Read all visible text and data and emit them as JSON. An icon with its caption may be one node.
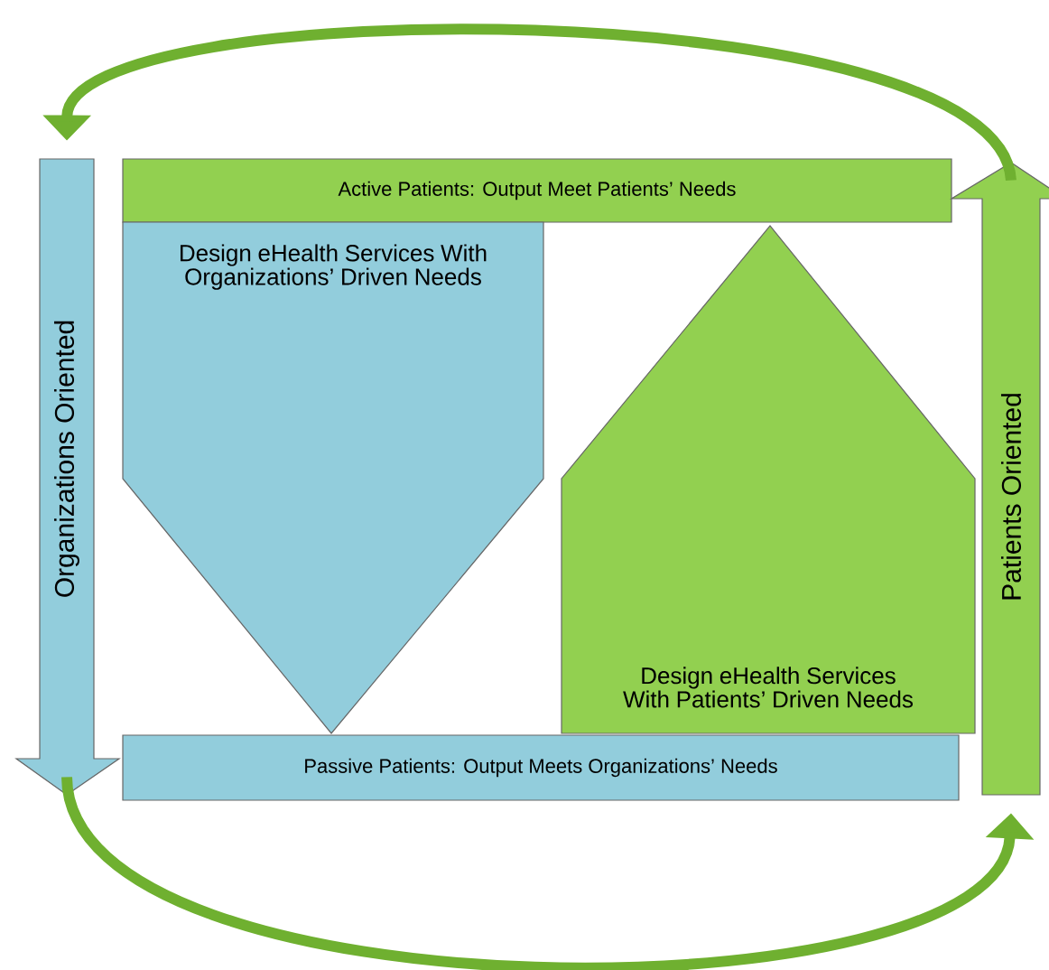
{
  "diagram": {
    "nodes": [
      {
        "text": [
          "Active Patients: Output Meet Patients’ Needs"
        ]
      },
      {
        "text": [
          "Design eHealth Services With Organizations’ Driven Needs"
        ]
      },
      {
        "text": [
          "Design eHealth Services With Patients’ Driven Needs"
        ]
      },
      {
        "text": [
          "Passive  Patients: Output Meets Organizations’ Needs"
        ]
      },
      {
        "text": [
          "Organizations Oriented"
        ]
      },
      {
        "text": [
          "Patients Oriented"
        ]
      }
    ],
    "edges": [
      {
        "from": 5,
        "to": 4,
        "arrow": "to"
      },
      {
        "from": 4,
        "to": 5,
        "arrow": "to"
      }
    ]
  }
}
